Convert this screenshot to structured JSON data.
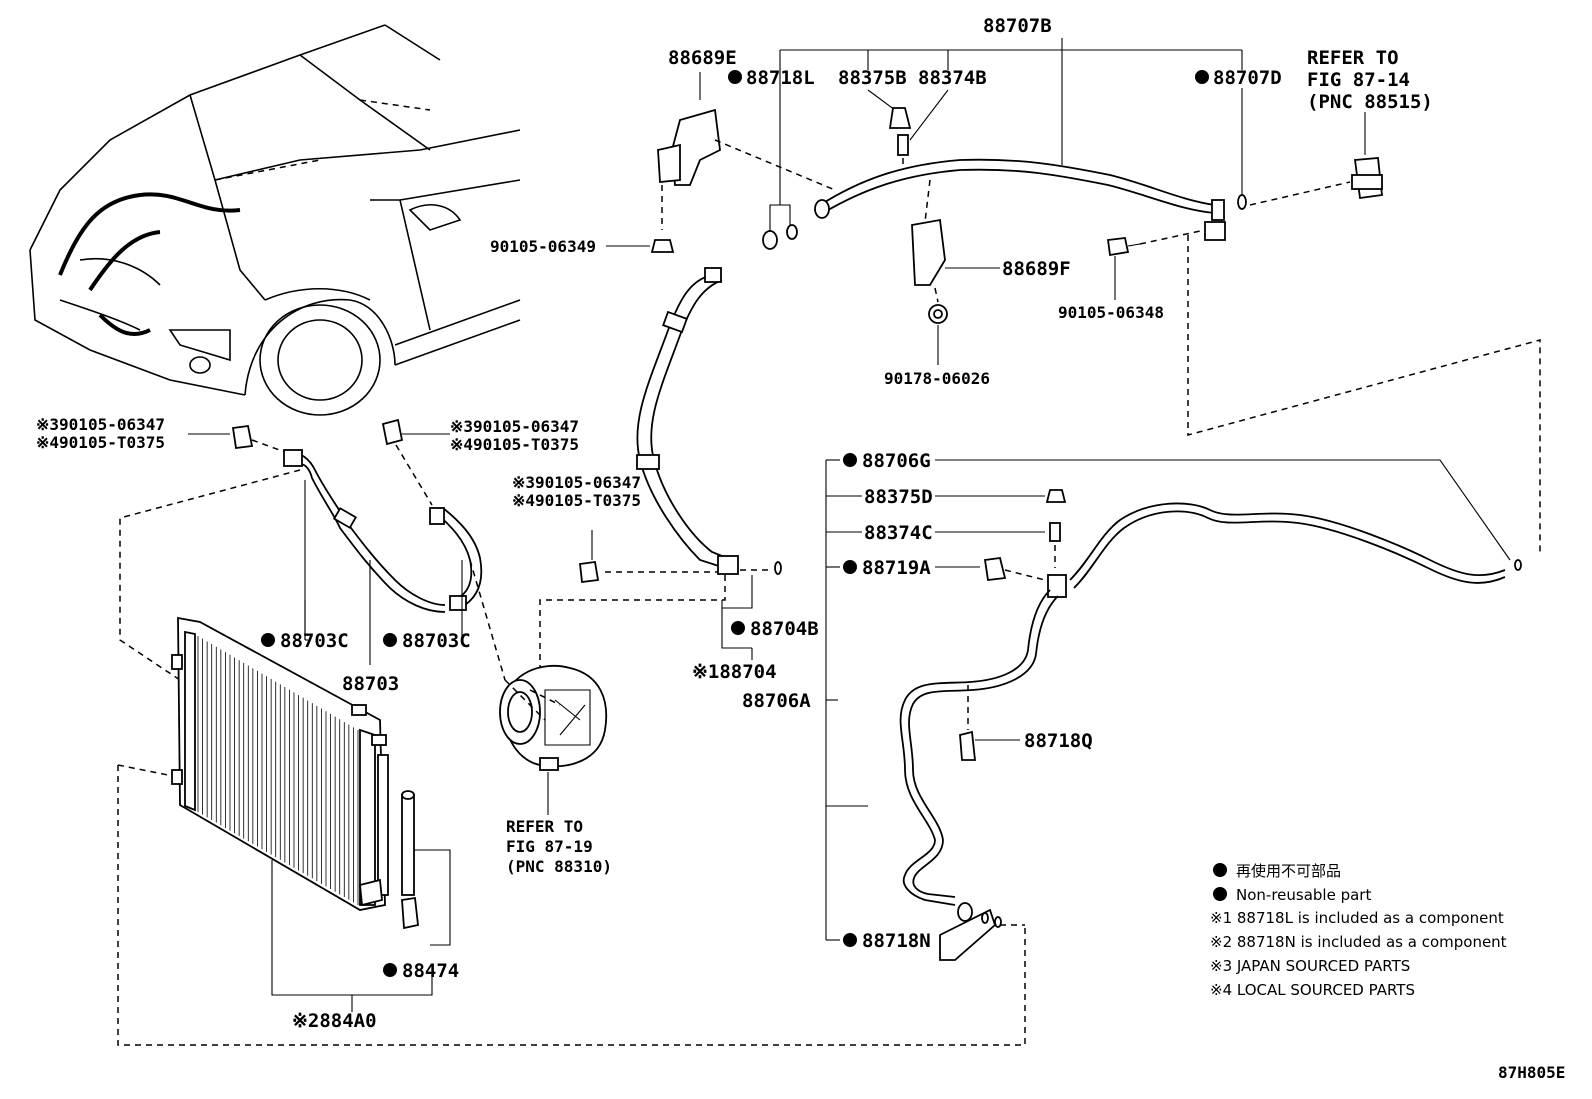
{
  "labels": {
    "p88707B": "88707B",
    "p88689E": "88689E",
    "p88718L": "88718L",
    "p88375B": "88375B",
    "p88374B": "88374B",
    "p88707D": "88707D",
    "refer_88515_1": "REFER TO",
    "refer_88515_2": "FIG 87-14",
    "refer_88515_3": "(PNC 88515)",
    "p90105_06349": "90105-06349",
    "p88689F": "88689F",
    "p90105_06348": "90105-06348",
    "p90178_06026": "90178-06026",
    "l_bolt_a1": "※390105-06347",
    "l_bolt_a2": "※490105-T0375",
    "l_bolt_b1": "※390105-06347",
    "l_bolt_b2": "※490105-T0375",
    "l_bolt_c1": "※390105-06347",
    "l_bolt_c2": "※490105-T0375",
    "p88703C_a": "88703C",
    "p88703C_b": "88703C",
    "p88703": "88703",
    "p88704B": "88704B",
    "p88704": "※188704",
    "p88706A": "88706A",
    "p88706G": "88706G",
    "p88375D": "88375D",
    "p88374C": "88374C",
    "p88719A": "88719A",
    "p88718Q": "88718Q",
    "p88718N": "88718N",
    "p88474": "88474",
    "p884A0": "※2884A0",
    "refer_88310_1": "REFER TO",
    "refer_88310_2": "FIG 87-19",
    "refer_88310_3": "(PNC 88310)",
    "figure_code": "87H805E"
  },
  "legend": {
    "jp": "再使用不可部品",
    "en": "Non-reusable part",
    "n1": "※1 88718L is included as a component",
    "n2": "※2 88718N is included as a component",
    "n3": "※3 JAPAN SOURCED PARTS",
    "n4": "※4 LOCAL SOURCED PARTS"
  }
}
